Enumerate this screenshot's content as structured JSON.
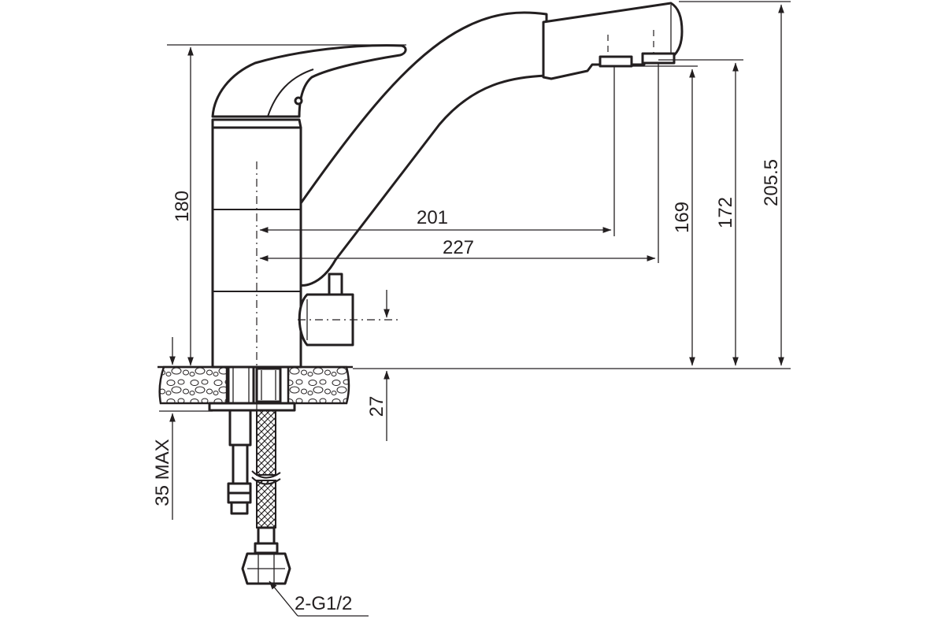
{
  "dimensions": {
    "outlet_one_reach": "201",
    "outlet_two_reach": "227",
    "body_height": "180",
    "outlet_one_height": "169",
    "outlet_two_height": "172",
    "total_height": "205.5",
    "valve_height": "27",
    "max_countertop": "35 MAX",
    "connection_thread": "2-G1/2"
  },
  "colors": {
    "line": "#231f20",
    "background": "#ffffff"
  }
}
